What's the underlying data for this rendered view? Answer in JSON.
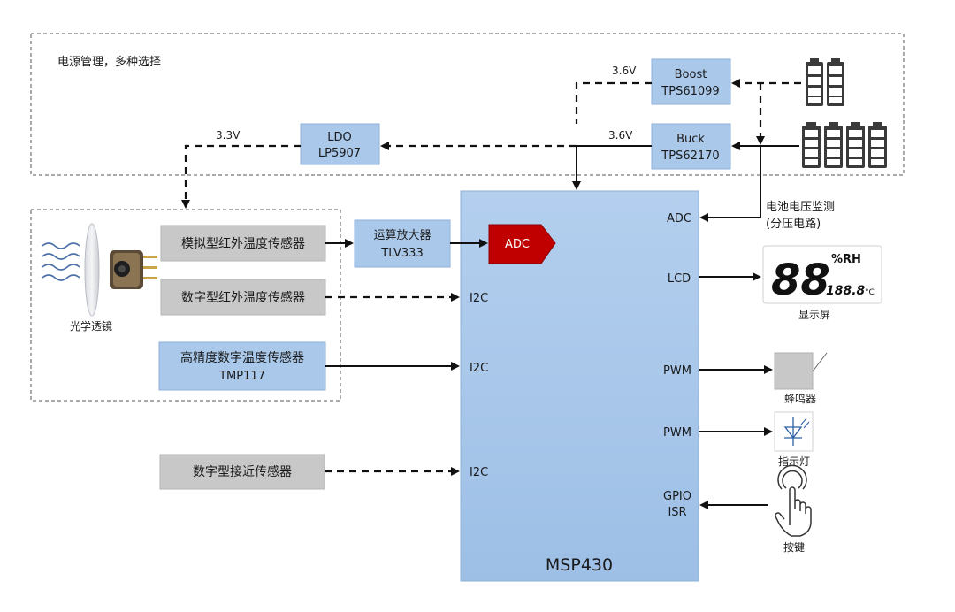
{
  "power_region": {
    "title": "电源管理，多种选择"
  },
  "boost": {
    "line1": "Boost",
    "line2": "TPS61099",
    "voltage": "3.6V"
  },
  "buck": {
    "line1": "Buck",
    "line2": "TPS62170",
    "voltage": "3.6V"
  },
  "ldo": {
    "line1": "LDO",
    "line2": "LP5907",
    "voltage": "3.3V"
  },
  "sensors": {
    "lens_label": "光学透镜",
    "analog_ir": "模拟型红外温度传感器",
    "digital_ir": "数字型红外温度传感器",
    "precision_line1": "高精度数字温度传感器",
    "precision_line2": "TMP117",
    "proximity": "数字型接近传感器"
  },
  "opamp": {
    "line1": "运算放大器",
    "line2": "TLV333"
  },
  "mcu": {
    "name": "MSP430",
    "adc_block": "ADC",
    "pins_left": [
      "I2C",
      "I2C",
      "I2C"
    ],
    "pin_adc": "ADC",
    "pin_lcd": "LCD",
    "pin_pwm1": "PWM",
    "pin_pwm2": "PWM",
    "pin_gpio": "GPIO",
    "pin_isr": "ISR"
  },
  "battery_monitor": {
    "line1": "电池电压监测",
    "line2": "(分压电路)"
  },
  "peripherals": {
    "display_label": "显示屏",
    "lcd_digits": "88",
    "lcd_unit": "%RH",
    "lcd_small": "188.8",
    "lcd_small_unit": "°C",
    "buzzer_label": "蜂鸣器",
    "led_label": "指示灯",
    "button_label": "按键"
  },
  "colors": {
    "block_blue": "#a9c8ea",
    "block_gray": "#c8c8c8",
    "adc_red": "#c00000"
  }
}
